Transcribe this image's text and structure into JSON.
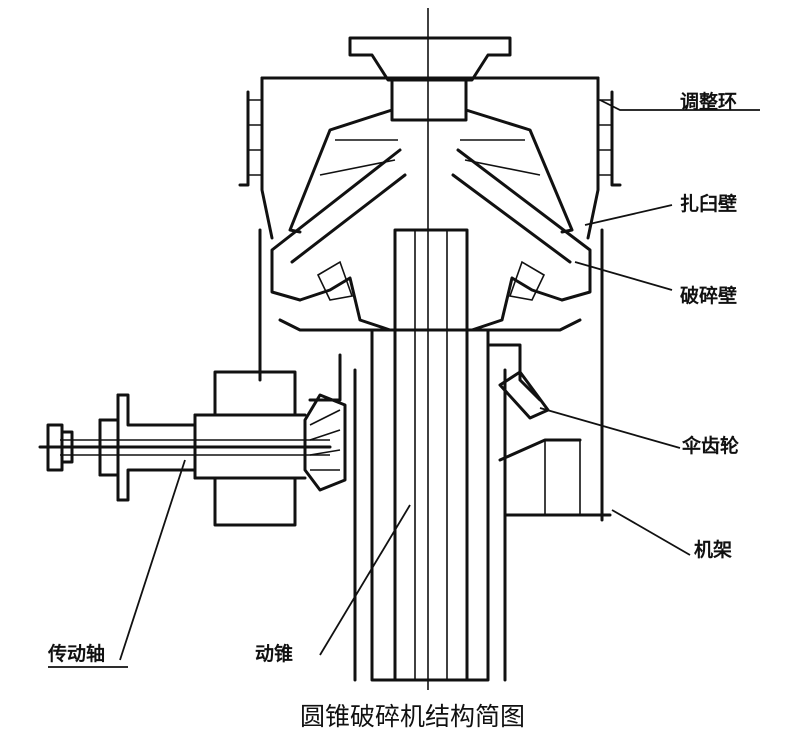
{
  "caption": "圆锥破碎机结构简图",
  "labels": {
    "adjusting_ring": "调整环",
    "bowl_liner": "扎臼壁",
    "crushing_wall": "破碎壁",
    "bevel_gear": "伞齿轮",
    "frame": "机架",
    "drive_shaft": "传动轴",
    "moving_cone": "动锥"
  }
}
